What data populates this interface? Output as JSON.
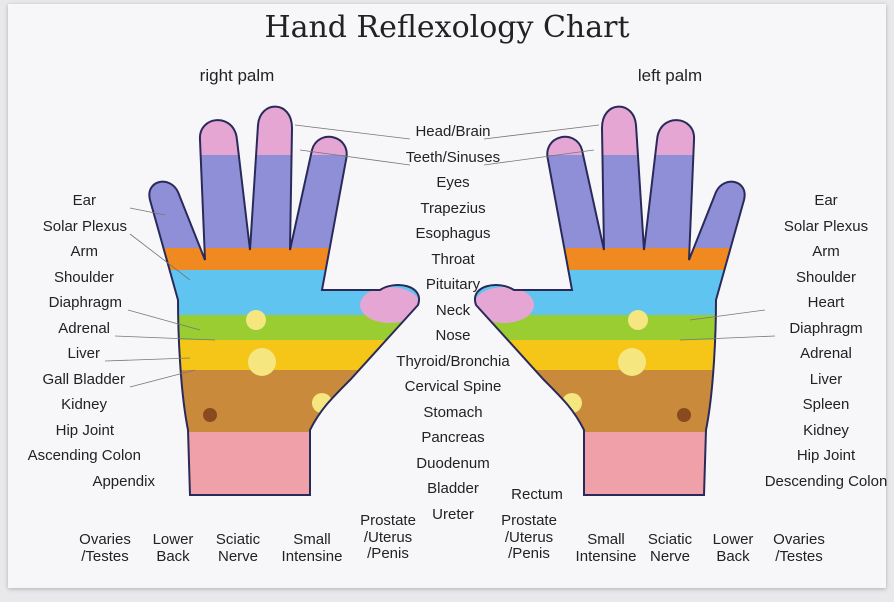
{
  "title": "Hand Reflexology Chart",
  "right_palm_label": "right palm",
  "left_palm_label": "left palm",
  "center_labels": [
    "Head/Brain",
    "Teeth/Sinuses",
    "Eyes",
    "Trapezius",
    "Esophagus",
    "Throat",
    "Pituitary",
    "Neck",
    "Nose",
    "Thyroid/Bronchia",
    "Cervical Spine",
    "Stomach",
    "Pancreas",
    "Duodenum",
    "Bladder",
    "Ureter"
  ],
  "right_palm_side_labels": [
    "Ear",
    "Solar Plexus",
    "Arm",
    "Shoulder",
    "Diaphragm",
    "Adrenal",
    "Liver",
    "Gall Bladder",
    "Kidney",
    "Hip Joint",
    "Ascending Colon",
    "Appendix"
  ],
  "left_palm_side_labels": [
    "Ear",
    "Solar Plexus",
    "Arm",
    "Shoulder",
    "Heart",
    "Diaphragm",
    "Adrenal",
    "Liver",
    "Spleen",
    "Kidney",
    "Hip Joint",
    "Descending Colon"
  ],
  "right_palm_bottom_labels": [
    [
      "Ovaries",
      "/Testes"
    ],
    [
      "Lower",
      "Back"
    ],
    [
      "Sciatic",
      "Nerve"
    ],
    [
      "Small",
      "Intensine"
    ],
    [
      "Prostate",
      "/Uterus",
      "/Penis"
    ]
  ],
  "rectum_label": "Rectum",
  "left_palm_bottom_labels": [
    [
      "Prostate",
      "/Uterus",
      "/Penis"
    ],
    [
      "Small",
      "Intensine"
    ],
    [
      "Sciatic",
      "Nerve"
    ],
    [
      "Lower",
      "Back"
    ],
    [
      "Ovaries",
      "/Testes"
    ]
  ],
  "colors": {
    "finger": "#8f8fd8",
    "tip": "#e6a6d4",
    "head": "#f0b0cc",
    "shoulder": "#f08a20",
    "blue": "#5fc4f0",
    "green": "#9acd32",
    "yellow": "#f5c518",
    "brown": "#c98a3c",
    "wrist": "#f0a0a8",
    "outline": "#2a2a5a"
  }
}
